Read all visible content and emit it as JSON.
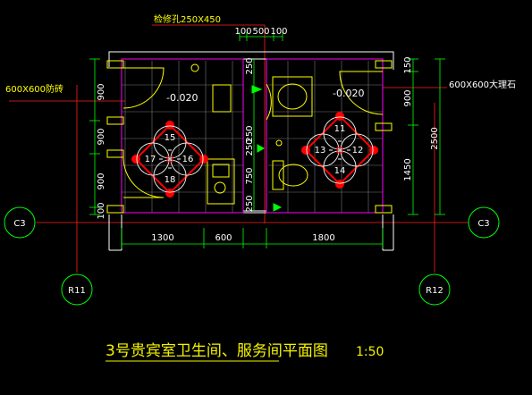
{
  "drawing": {
    "title": "3号贵宾室卫生间、服务间平面图",
    "scale": "1:50"
  },
  "annotations": {
    "access_panel": "检修孔250X450",
    "left_tile": "600X600防砖",
    "right_tile": "600X600大理石",
    "left_level": "-0.020",
    "right_level": "-0.020"
  },
  "dimensions": {
    "top": [
      "100",
      "500",
      "100"
    ],
    "bottom": [
      "1300",
      "600",
      "1800"
    ],
    "left": [
      "900",
      "900",
      "900",
      "100"
    ],
    "right_inner": [
      "150",
      "900",
      "1450"
    ],
    "right_total": "2500",
    "mid_vertical": [
      "250",
      "250",
      "250",
      "750",
      "250"
    ]
  },
  "grids": {
    "c3_left": "C3",
    "c3_right": "C3",
    "r11": "R11",
    "r12": "R12"
  },
  "tile_patterns": {
    "left": [
      "15",
      "16",
      "18",
      "17"
    ],
    "right": [
      "11",
      "12",
      "14",
      "13"
    ]
  },
  "colors": {
    "background": "#000000",
    "wall": "#ffffff",
    "partition": "#ff00ff",
    "tile_grid": "#808080",
    "pattern_red": "#ff0000",
    "grid_axis": "#ff0000",
    "grid_bubble": "#00ff00",
    "dimension": "#00ff00",
    "fixture": "#ffff00",
    "cyan": "#00ffff"
  }
}
